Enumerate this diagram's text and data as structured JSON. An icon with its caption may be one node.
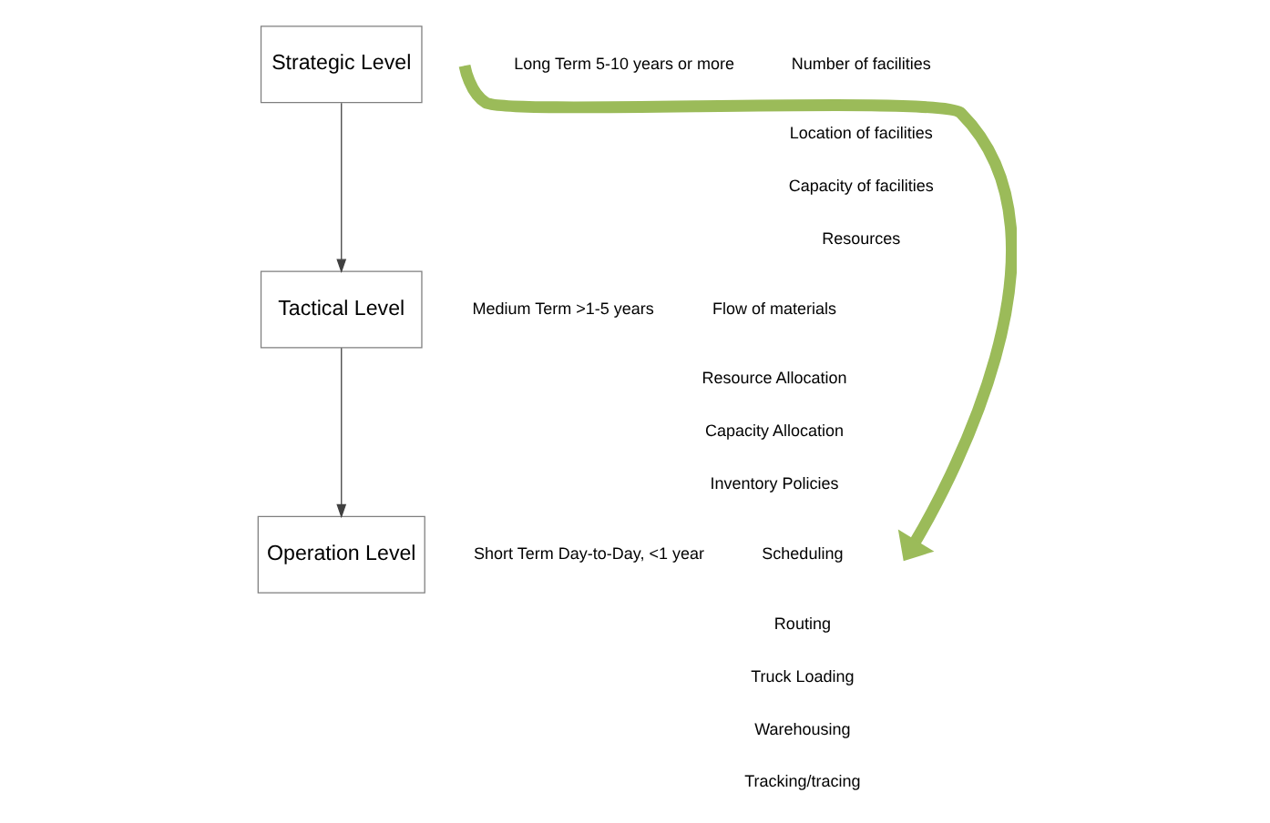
{
  "diagram": {
    "nodes": [
      {
        "text": [
          "Strategic Level"
        ]
      },
      {
        "text": [
          "Tactical Level"
        ]
      },
      {
        "text": [
          "Operation Level"
        ]
      }
    ],
    "edges": [
      {
        "from": 0,
        "to": 1,
        "arrow": "to"
      },
      {
        "from": 1,
        "to": 2,
        "arrow": "to"
      }
    ],
    "labels": [
      "Long Term 5-10 years or more",
      "Number of facilities",
      "Location of facilities",
      "Capacity of facilities",
      "Resources",
      "Medium Term >1-5 years",
      "Flow of materials",
      "Resource Allocation",
      "Capacity Allocation",
      "Inventory Policies",
      "Short Term Day-to-Day, <1 year",
      "Scheduling",
      "Routing",
      "Truck Loading",
      "Warehousing",
      "Tracking/tracing"
    ]
  }
}
